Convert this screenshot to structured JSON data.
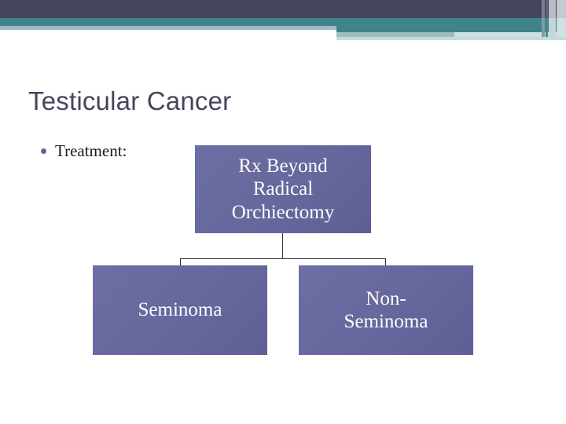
{
  "slide": {
    "title": "Testicular Cancer",
    "bullet": {
      "marker": "bullet-dot",
      "text": "Treatment:"
    }
  },
  "banner": {
    "colors": {
      "dark": "#43455a",
      "teal": "#41838a",
      "light_teal": "#9cbdc2",
      "pale_teal": "#cfe0e3"
    }
  },
  "diagram": {
    "type": "org-chart",
    "orientation": "top-down",
    "node_fill": "#66679c",
    "node_text_color": "#ffffff",
    "connector_color": "#2f2f38",
    "root": {
      "label": "Rx Beyond Radical Orchiectomy",
      "lines": [
        "Rx Beyond",
        "Radical",
        "Orchiectomy"
      ]
    },
    "children": [
      {
        "label": "Seminoma",
        "lines": [
          "Seminoma"
        ]
      },
      {
        "label": "Non-Seminoma",
        "lines": [
          "Non-",
          "Seminoma"
        ]
      }
    ]
  }
}
